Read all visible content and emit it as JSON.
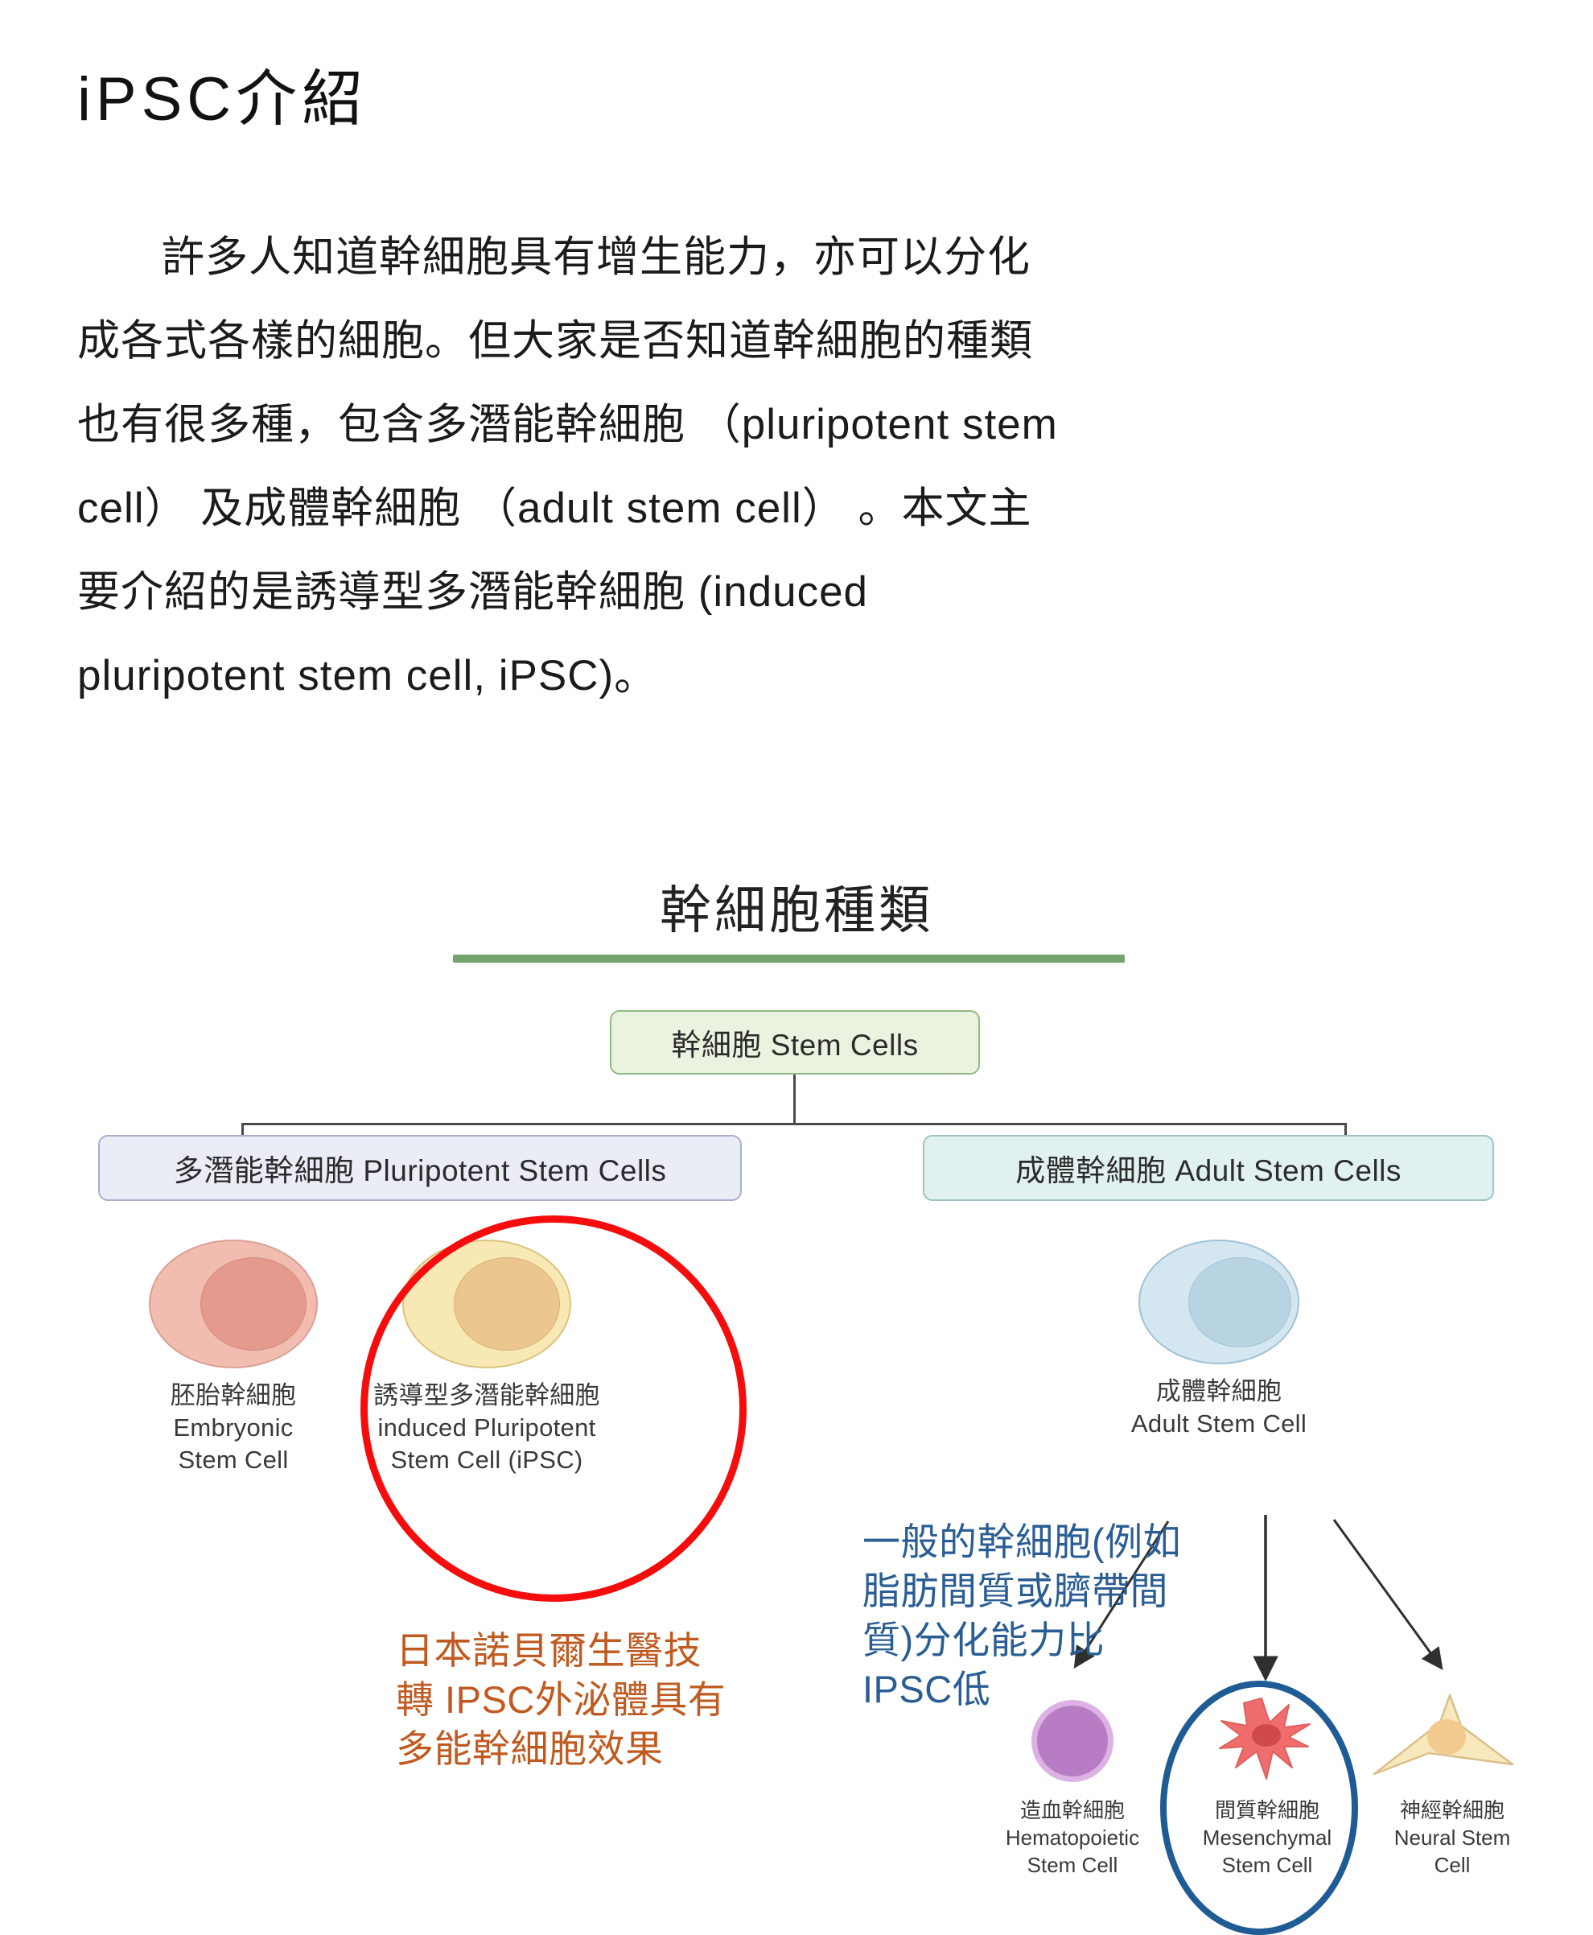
{
  "article": {
    "title": "iPSC介紹",
    "body": "許多人知道幹細胞具有增生能力，亦可以分化成各式各樣的細胞。但大家是否知道幹細胞的種類也有很多種，包含多潛能幹細胞 （pluripotent stem cell） 及成體幹細胞 （adult stem cell） 。本文主要介紹的是誘導型多潛能幹細胞 (induced pluripotent stem cell, iPSC)。"
  },
  "figure": {
    "title": "幹細胞種類",
    "rule_color": "#74a36b",
    "nodes": {
      "root": "幹細胞 Stem Cells",
      "pluripotent": "多潛能幹細胞 Pluripotent Stem Cells",
      "adult": "成體幹細胞 Adult Stem Cells"
    },
    "node_colors": {
      "root_fill": "#e9f3e0",
      "root_border": "#93b983",
      "pluripotent_fill": "#eaecf6",
      "pluripotent_border": "#a9b0cf",
      "adult_fill": "#e1f1f0",
      "adult_border": "#9dc4c4"
    },
    "cells": {
      "embryonic": "胚胎幹細胞\nEmbryonic\nStem Cell",
      "ipsc": "誘導型多潛能幹細胞\ninduced Pluripotent\nStem Cell (iPSC)",
      "adult": "成體幹細胞\nAdult Stem Cell",
      "hematopoietic": "造血幹細胞\nHematopoietic\nStem Cell",
      "mesenchymal": "間質幹細胞\nMesenchymal\nStem Cell",
      "neural": "神經幹細胞\nNeural Stem\nCell"
    }
  },
  "annotations": {
    "orange": {
      "text": "日本諾貝爾生醫技轉 IPSC外泌體具有多能幹細胞效果",
      "color": "#c05a20"
    },
    "blue": {
      "text": "一般的幹細胞(例如脂肪間質或臍帶間質)分化能力比IPSC低",
      "color": "#2a5d94"
    },
    "highlight_ipsc_color": "#f50d0d",
    "highlight_mesenchymal_color": "#1f5b94"
  }
}
